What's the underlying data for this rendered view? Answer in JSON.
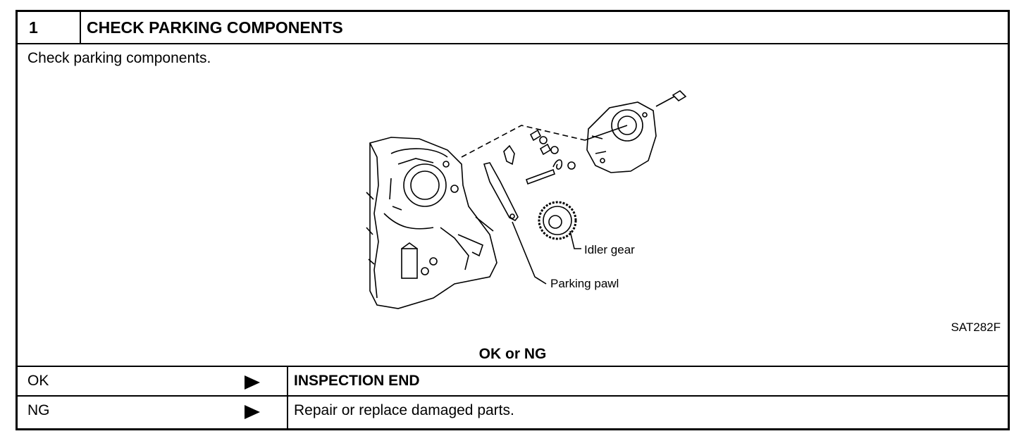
{
  "step": {
    "number": "1",
    "title": "CHECK PARKING COMPONENTS"
  },
  "instruction": "Check parking components.",
  "figure": {
    "labels": {
      "idler_gear": "Idler gear",
      "parking_pawl": "Parking pawl"
    },
    "ref_code": "SAT282F"
  },
  "question": "OK or NG",
  "results": [
    {
      "label": "OK",
      "arrow_icon": "play-arrow-icon",
      "action": "INSPECTION END"
    },
    {
      "label": "NG",
      "arrow_icon": "play-arrow-icon",
      "action": "Repair or replace damaged parts."
    }
  ]
}
